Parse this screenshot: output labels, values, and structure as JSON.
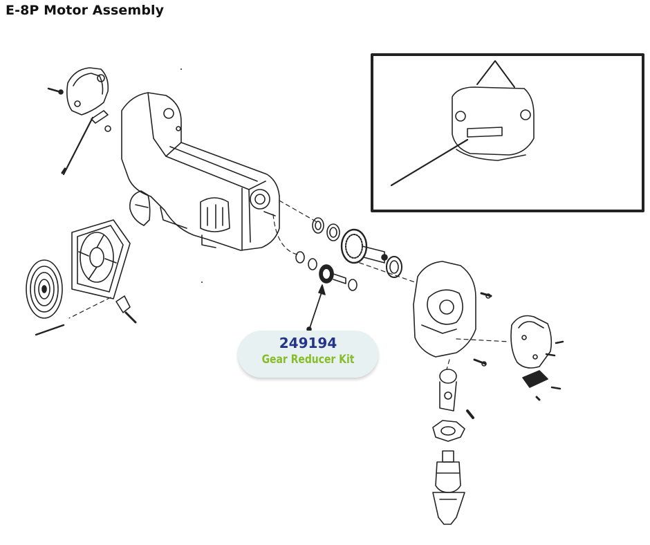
{
  "page": {
    "title": "E-8P Motor Assembly"
  },
  "callout": {
    "part_number": "249194",
    "part_name": "Gear Reducer Kit",
    "number_color": "#23348a",
    "name_color": "#86bd29",
    "bubble_color": "#e8f1f1"
  },
  "icons": {
    "motor": "motor-housing-icon",
    "fan": "cooling-fan-icon",
    "gears": "gear-reducer-icon"
  }
}
